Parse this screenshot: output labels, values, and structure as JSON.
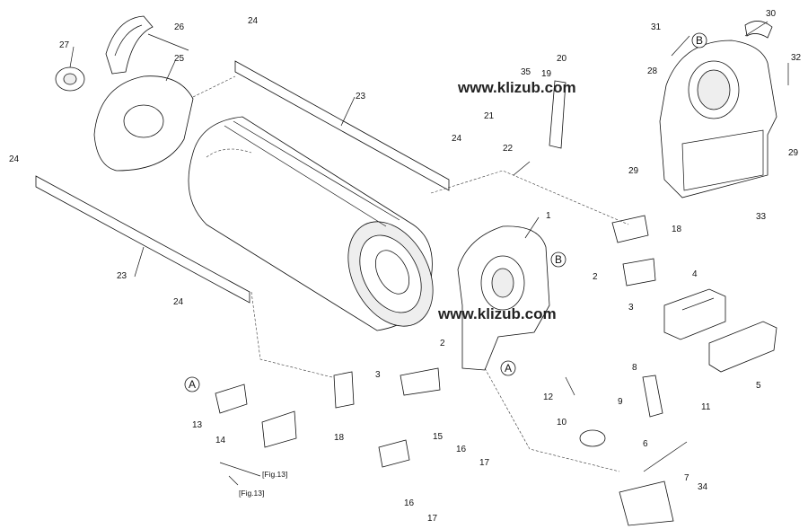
{
  "watermarks": [
    "www.klizub.com",
    "www.klizub.com"
  ],
  "view_markers": [
    "A",
    "B"
  ],
  "fig_refs": [
    "[Fig.13]",
    "[Fig.13]"
  ],
  "parts": {
    "p1": "1",
    "p2": "2",
    "p3": "3",
    "p4": "4",
    "p5": "5",
    "p6": "6",
    "p7": "7",
    "p8": "8",
    "p9": "9",
    "p10": "10",
    "p11": "11",
    "p12": "12",
    "p13": "13",
    "p14": "14",
    "p15": "15",
    "p16": "16",
    "p17": "17",
    "p18": "18",
    "p19": "19",
    "p20": "20",
    "p21": "21",
    "p22": "22",
    "p23": "23",
    "p24": "24",
    "p25": "25",
    "p26": "26",
    "p27": "27",
    "p28": "28",
    "p29": "29",
    "p30": "30",
    "p31": "31",
    "p32": "32",
    "p33": "33",
    "p34": "34",
    "p35": "35"
  }
}
